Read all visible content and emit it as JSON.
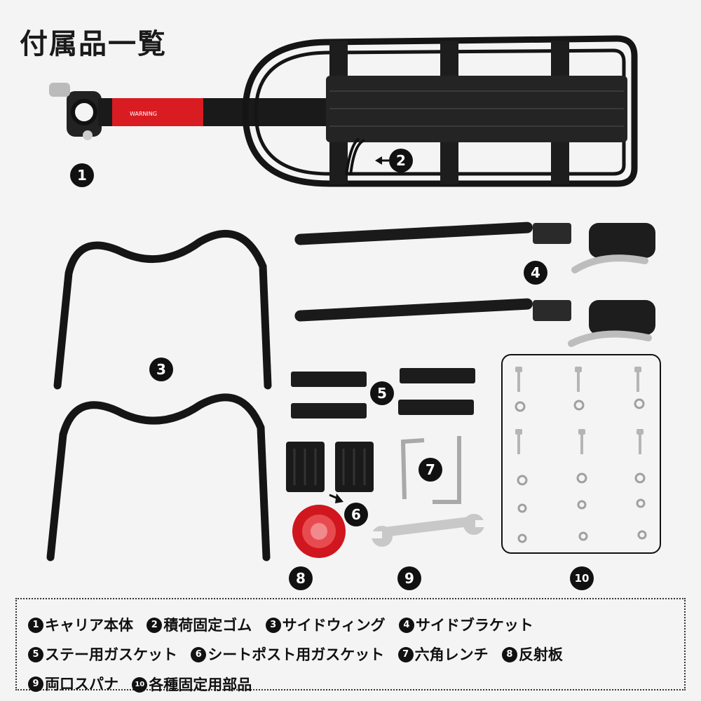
{
  "title": "付属品一覧",
  "callouts": {
    "n1": "1",
    "n2": "2",
    "n3": "3",
    "n4": "4",
    "n5": "5",
    "n6": "6",
    "n7": "7",
    "n8": "8",
    "n9": "9",
    "n10": "10"
  },
  "warning_label": "WARNING",
  "legend": [
    [
      {
        "num": "1",
        "label": "キャリア本体"
      },
      {
        "num": "2",
        "label": "積荷固定ゴム"
      },
      {
        "num": "3",
        "label": "サイドウィング"
      },
      {
        "num": "4",
        "label": "サイドブラケット"
      }
    ],
    [
      {
        "num": "5",
        "label": "ステー用ガスケット"
      },
      {
        "num": "6",
        "label": "シートポスト用ガスケット"
      },
      {
        "num": "7",
        "label": "六角レンチ"
      },
      {
        "num": "8",
        "label": "反射板"
      }
    ],
    [
      {
        "num": "9",
        "label": "両口スパナ"
      },
      {
        "num": "10",
        "label": "各種固定用部品"
      }
    ]
  ],
  "colors": {
    "background": "#f4f4f4",
    "metal": "#151515",
    "reflector": "#d0161e",
    "steel": "#c8c8c8"
  }
}
